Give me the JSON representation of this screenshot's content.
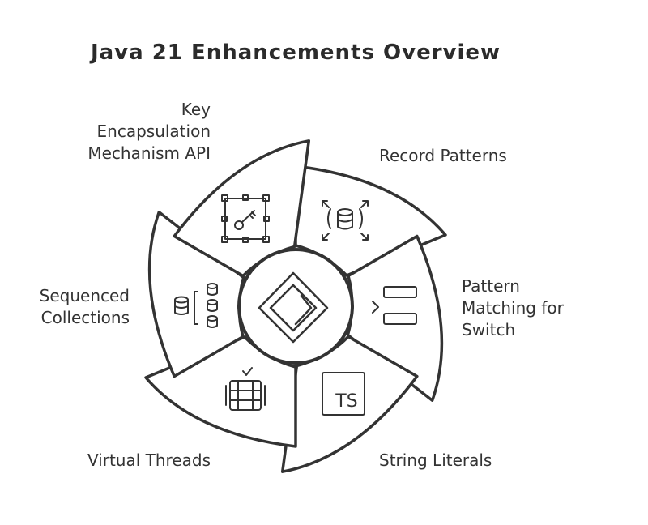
{
  "title": "Java 21 Enhancements Overview",
  "segments": {
    "kem": [
      "Key",
      "Encapsulation",
      "Mechanism API"
    ],
    "record": [
      "Record Patterns"
    ],
    "switch": [
      "Pattern",
      "Matching for",
      "Switch"
    ],
    "string": [
      "String Literals"
    ],
    "virtual": [
      "Virtual Threads"
    ],
    "sequenced": [
      "Sequenced",
      "Collections"
    ]
  },
  "icons": {
    "kem": "key-in-frame-icon",
    "record": "database-expand-icon",
    "switch": "switch-branches-icon",
    "string": "typescript-ts-icon",
    "string_text": "TS",
    "virtual": "stacked-threads-icon",
    "sequenced": "database-sequence-icon",
    "center": "java-diamond-logo-icon"
  }
}
